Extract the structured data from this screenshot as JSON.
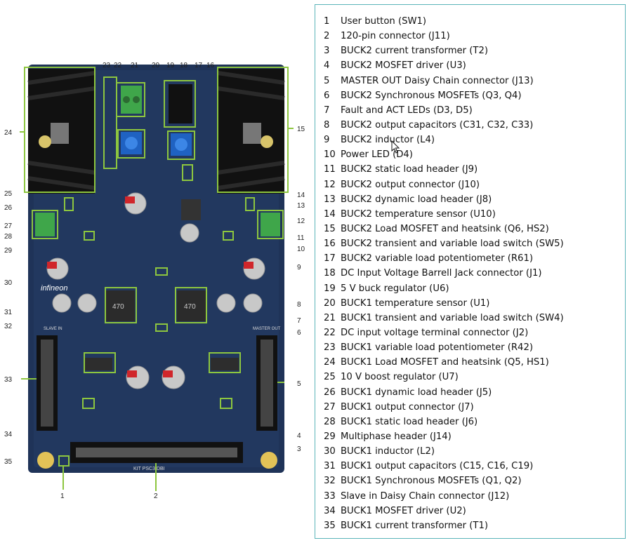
{
  "brand_label": "infineon",
  "board_labels": {
    "slave_in": "SLAVE IN",
    "master_out": "MASTER OUT",
    "board_name": "KIT PSC3 DBI",
    "inductor_marking": "470"
  },
  "legend": [
    {
      "n": "1",
      "text": "User button (SW1)"
    },
    {
      "n": "2",
      "text": "120-pin connector (J11)"
    },
    {
      "n": "3",
      "text": "BUCK2 current transformer (T2)"
    },
    {
      "n": "4",
      "text": "BUCK2 MOSFET driver (U3)"
    },
    {
      "n": "5",
      "text": "MASTER OUT Daisy Chain connector (J13)"
    },
    {
      "n": "6",
      "text": "BUCK2 Synchronous MOSFETs (Q3, Q4)"
    },
    {
      "n": "7",
      "text": "Fault and ACT LEDs (D3, D5)"
    },
    {
      "n": "8",
      "text": "BUCK2 output capacitors (C31, C32, C33)"
    },
    {
      "n": "9",
      "text": "BUCK2 inductor (L4)"
    },
    {
      "n": "10",
      "text": "Power LED (D4)"
    },
    {
      "n": "11",
      "text": "BUCK2 static load header (J9)"
    },
    {
      "n": "12",
      "text": "BUCK2 output connector (J10)"
    },
    {
      "n": "13",
      "text": "BUCK2 dynamic load header (J8)"
    },
    {
      "n": "14",
      "text": "BUCK2 temperature sensor (U10)"
    },
    {
      "n": "15",
      "text": "BUCK2 Load MOSFET and heatsink (Q6, HS2)"
    },
    {
      "n": "16",
      "text": "BUCK2 transient and variable load switch (SW5)"
    },
    {
      "n": "17",
      "text": "BUCK2 variable load potentiometer (R61)"
    },
    {
      "n": "18",
      "text": "DC Input Voltage Barrell Jack connector (J1)"
    },
    {
      "n": "19",
      "text": "5 V buck regulator (U6)"
    },
    {
      "n": "20",
      "text": "BUCK1 temperature sensor (U1)"
    },
    {
      "n": "21",
      "text": "BUCK1 transient and variable load switch (SW4)"
    },
    {
      "n": "22",
      "text": "DC input voltage terminal connector (J2)"
    },
    {
      "n": "23",
      "text": "BUCK1 variable load potentiometer (R42)"
    },
    {
      "n": "24",
      "text": "BUCK1 Load MOSFET and heatsink (Q5, HS1)"
    },
    {
      "n": "25",
      "text": "10 V boost regulator (U7)"
    },
    {
      "n": "26",
      "text": "BUCK1 dynamic load header (J5)"
    },
    {
      "n": "27",
      "text": "BUCK1 output connector (J7)"
    },
    {
      "n": "28",
      "text": "BUCK1 static load header (J6)"
    },
    {
      "n": "29",
      "text": "Multiphase header (J14)"
    },
    {
      "n": "30",
      "text": "BUCK1 inductor (L2)"
    },
    {
      "n": "31",
      "text": "BUCK1 output capacitors (C15, C16, C19)"
    },
    {
      "n": "32",
      "text": "BUCK1 Synchronous MOSFETs (Q1, Q2)"
    },
    {
      "n": "33",
      "text": "Slave in Daisy Chain connector (J12)"
    },
    {
      "n": "34",
      "text": "BUCK1 MOSFET driver (U2)"
    },
    {
      "n": "35",
      "text": "BUCK1 current transformer (T1)"
    }
  ],
  "callouts": {
    "top": [
      "23",
      "22",
      "21",
      "20",
      "19",
      "18",
      "17",
      "16"
    ],
    "left": [
      "24",
      "25",
      "26",
      "27",
      "28",
      "29",
      "30",
      "31",
      "32",
      "33",
      "34",
      "35"
    ],
    "right": [
      "15",
      "14",
      "13",
      "12",
      "11",
      "10",
      "9",
      "8",
      "7",
      "6",
      "5",
      "4",
      "3"
    ],
    "bottom": [
      "1",
      "2"
    ]
  },
  "colors": {
    "pcb": "#1f3358",
    "highlight": "#8dc63f",
    "legend_border": "#5ab4b9",
    "heatsink": "#111111",
    "terminal": "#3fa64a",
    "pot": "#1f62c2"
  }
}
